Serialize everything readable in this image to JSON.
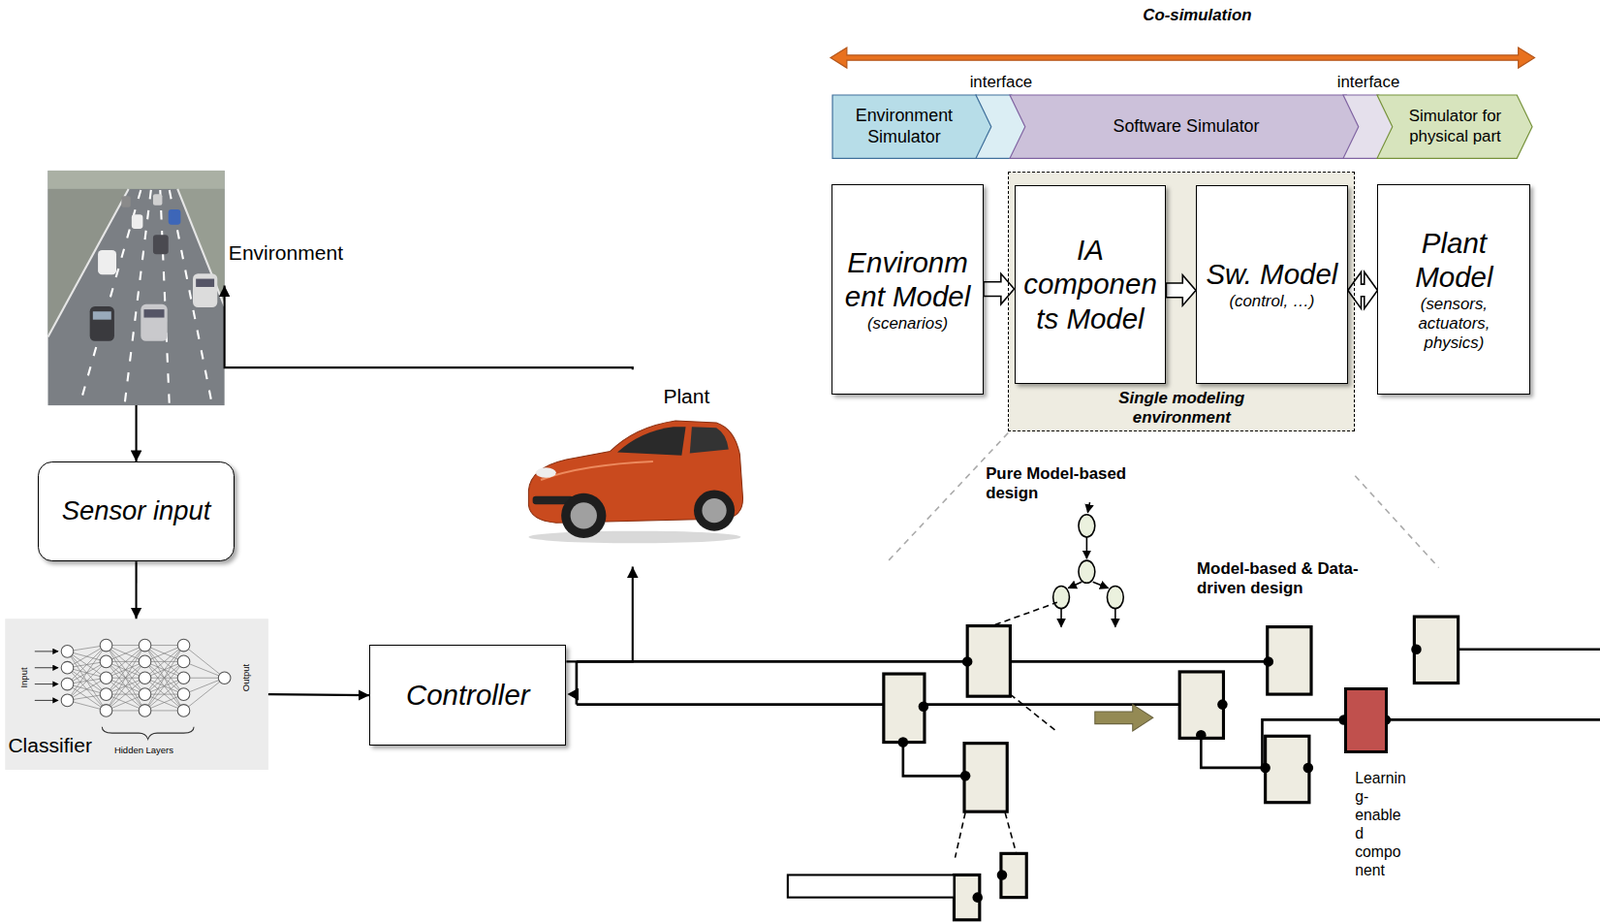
{
  "diagram": {
    "nodes": [
      {
        "text": [
          "Environment"
        ]
      },
      {
        "text": [
          "Sensor input"
        ]
      },
      {
        "text": [
          "Classifier"
        ]
      },
      {
        "text": [
          "Controller"
        ]
      },
      {
        "text": [
          "Plant"
        ]
      },
      {
        "text": [
          "Co-simulation"
        ]
      },
      {
        "text": [
          "Environment Simulator"
        ]
      },
      {
        "text": [
          "interface"
        ]
      },
      {
        "text": [
          "Software Simulator"
        ]
      },
      {
        "text": [
          "interface"
        ]
      },
      {
        "text": [
          "Simulator for physical part"
        ]
      },
      {
        "text": [
          "Environment Model",
          "(scenarios)"
        ]
      },
      {
        "text": [
          "Single modeling environment"
        ]
      },
      {
        "text": [
          "IA components Model"
        ],
        "in": 12
      },
      {
        "text": [
          "Sw. Model",
          "(control, …)"
        ],
        "in": 12
      },
      {
        "text": [
          "Plant Model",
          "(sensors, actuators, physics)"
        ]
      },
      {
        "text": [
          "Learning-enabled component"
        ]
      }
    ],
    "edges": [
      {
        "from": 0,
        "to": 1,
        "arrow": "to"
      },
      {
        "from": 1,
        "to": 2,
        "arrow": "to"
      },
      {
        "from": 2,
        "to": 3,
        "arrow": "to"
      },
      {
        "from": 3,
        "to": 4,
        "arrow": "to"
      },
      {
        "from": 4,
        "to": 0,
        "arrow": "to"
      },
      {
        "from": 11,
        "to": 13,
        "arrow": "to"
      },
      {
        "from": 13,
        "to": 14,
        "arrow": "to"
      },
      {
        "from": 14,
        "to": 15,
        "arrow": "both"
      }
    ],
    "labels": [
      "Input",
      "Hidden Layers",
      "Output",
      "Pure Model-based design",
      "Model-based & Data-driven design"
    ]
  }
}
